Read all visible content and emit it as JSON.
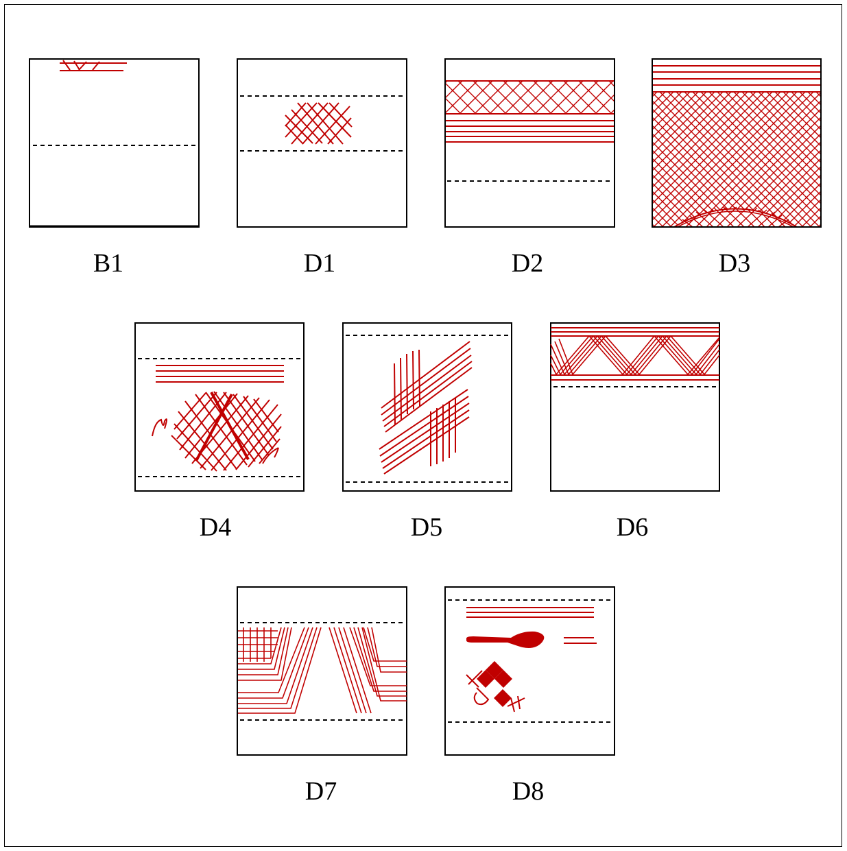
{
  "figure": {
    "line_color": "#c00000",
    "panels": [
      {
        "id": "B1",
        "label": "B1"
      },
      {
        "id": "D1",
        "label": "D1"
      },
      {
        "id": "D2",
        "label": "D2"
      },
      {
        "id": "D3",
        "label": "D3"
      },
      {
        "id": "D4",
        "label": "D4"
      },
      {
        "id": "D5",
        "label": "D5"
      },
      {
        "id": "D6",
        "label": "D6"
      },
      {
        "id": "D7",
        "label": "D7"
      },
      {
        "id": "D8",
        "label": "D8"
      }
    ]
  }
}
